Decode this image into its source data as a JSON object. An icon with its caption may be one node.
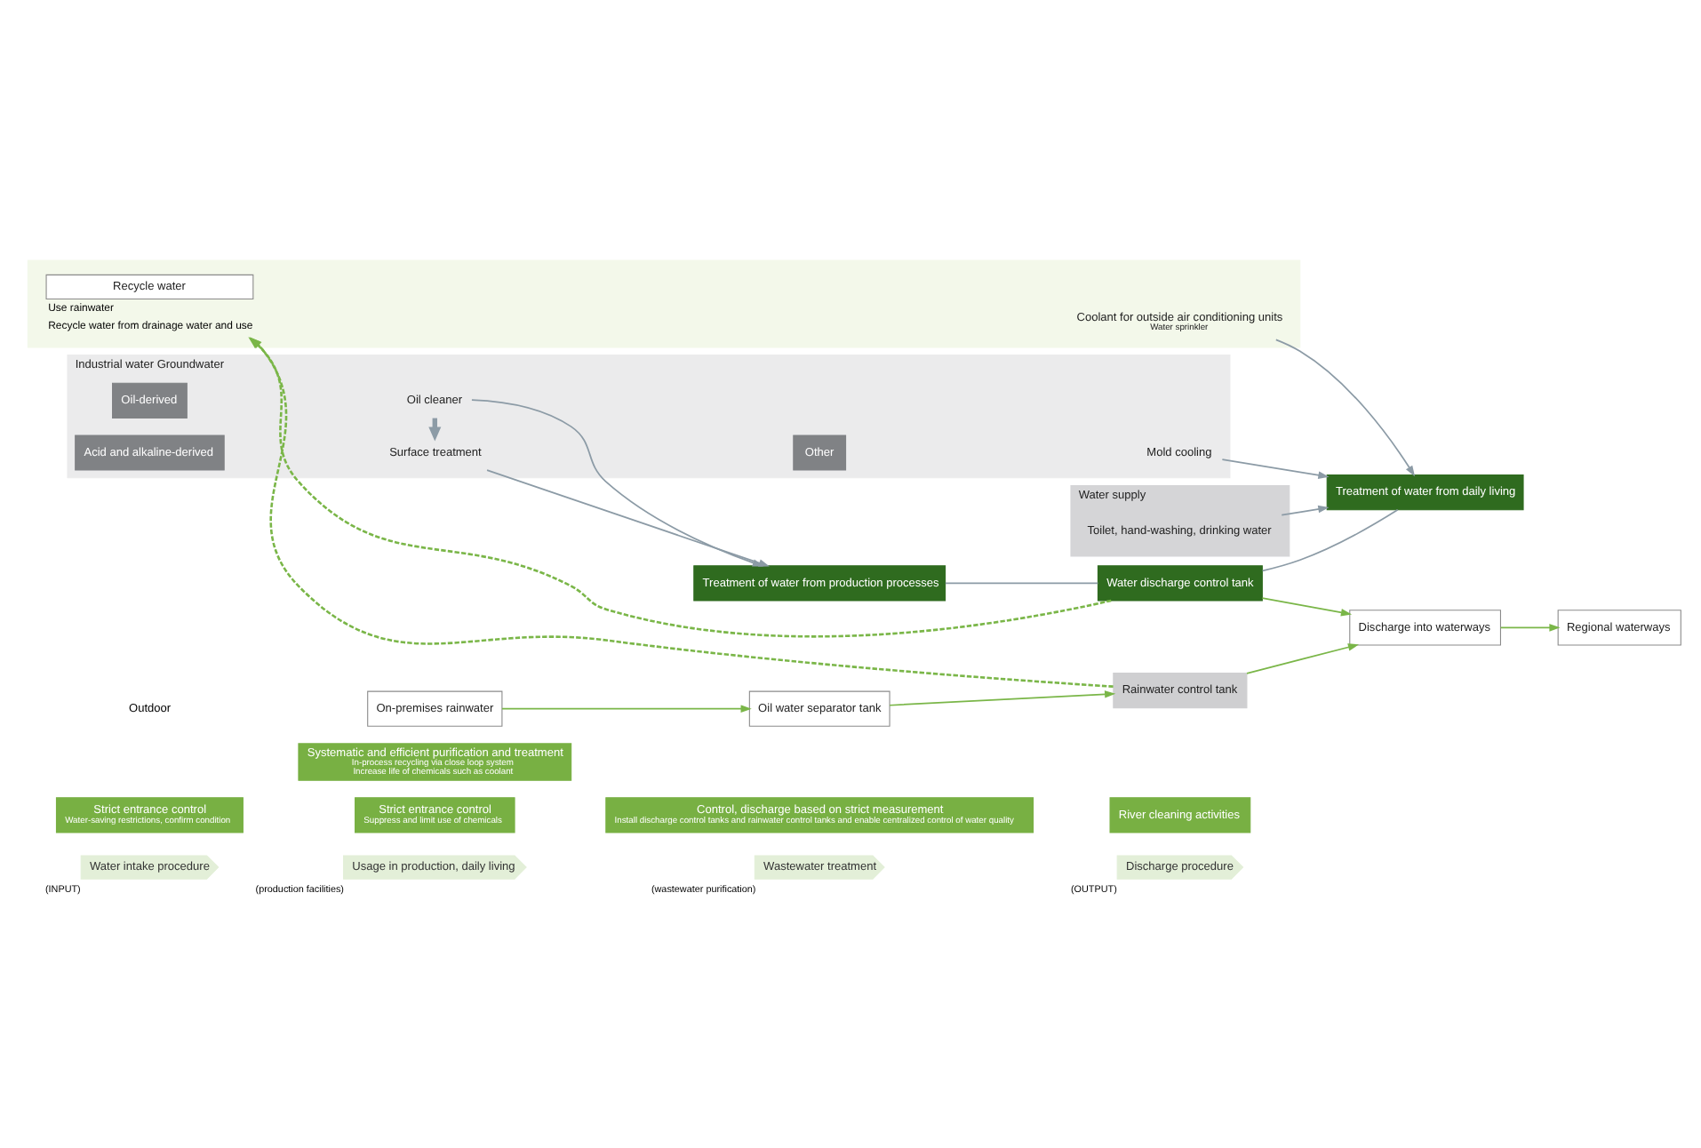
{
  "diagram": {
    "nodes": [
      {
        "text": [
          "Water intake procedure"
        ],
        "beside": [
          "(INPUT)"
        ]
      },
      {
        "text": [
          "Usage in production, daily living"
        ],
        "beside": [
          "(production facilities)"
        ]
      },
      {
        "text": [
          "Wastewater treatment"
        ],
        "beside": [
          "(wastewater purification)"
        ]
      },
      {
        "text": [
          "Discharge procedure"
        ],
        "beside": [
          "(OUTPUT)"
        ]
      },
      {
        "text": [
          "Strict entrance control",
          "Water-saving restrictions, confirm condition"
        ]
      },
      {
        "text": [
          "Strict entrance control",
          "Suppress and limit use of chemicals"
        ]
      },
      {
        "text": [
          "Systematic and efficient purification and treatment",
          "In-process recycling via close loop system",
          "Increase life of chemicals such as coolant"
        ]
      },
      {
        "text": [
          "Control, discharge based on strict measurement",
          "Install discharge control tanks and rainwater control tanks and enable centralized control of water quality"
        ]
      },
      {
        "text": [
          "River cleaning activities"
        ]
      },
      {
        "text": [
          "Industrial water Groundwater"
        ]
      },
      {
        "text": [
          "Oil-derived"
        ],
        "in": 9
      },
      {
        "text": [
          "Oil cleaner"
        ],
        "in": 9
      },
      {
        "text": [
          "Acid and alkaline-derived"
        ],
        "in": 9
      },
      {
        "text": [
          "Surface treatment"
        ],
        "in": 9
      },
      {
        "text": [
          "Other"
        ],
        "in": 9
      },
      {
        "text": [
          "Mold cooling"
        ],
        "in": 9
      },
      {
        "text": [],
        "shape": "box"
      },
      {
        "text": [
          "Recycle water"
        ],
        "in": 16,
        "beside": [
          "Use rainwater",
          "Recycle water from drainage water and use"
        ]
      },
      {
        "text": [
          "Coolant for outside air conditioning units",
          "Water sprinkler"
        ],
        "in": 16
      },
      {
        "text": [
          "Water supply"
        ]
      },
      {
        "text": [
          "Toilet, hand-washing, drinking water"
        ],
        "in": 19
      },
      {
        "text": [
          "Treatment of water from production processes"
        ]
      },
      {
        "text": [
          "Water discharge control tank"
        ]
      },
      {
        "text": [
          "Treatment of water from daily living"
        ]
      },
      {
        "text": [
          "Discharge into waterways"
        ]
      },
      {
        "text": [
          "Regional waterways"
        ]
      },
      {
        "text": [
          "On-premises rainwater"
        ]
      },
      {
        "text": [
          "Oil water separator tank"
        ]
      },
      {
        "text": [
          "Rainwater control tank"
        ]
      }
    ],
    "edges": [
      {
        "from": 11,
        "to": 13,
        "arrow": "to",
        "style": "thick"
      },
      {
        "from": 11,
        "to": 21,
        "arrow": "to"
      },
      {
        "from": 13,
        "to": 21,
        "arrow": "to"
      },
      {
        "from": 15,
        "to": 23,
        "arrow": "to"
      },
      {
        "from": 18,
        "to": 23,
        "arrow": "to"
      },
      {
        "from": 20,
        "to": 23,
        "arrow": "to"
      },
      {
        "from": 21,
        "to": 22,
        "arrow": "none"
      },
      {
        "from": 22,
        "to": 23,
        "arrow": "none"
      },
      {
        "from": 22,
        "to": 24,
        "arrow": "to",
        "color": "#7ab648"
      },
      {
        "from": 24,
        "to": 25,
        "arrow": "to",
        "color": "#7ab648"
      },
      {
        "from": 26,
        "to": 27,
        "arrow": "to",
        "color": "#7ab648"
      },
      {
        "from": 27,
        "to": 28,
        "arrow": "to",
        "color": "#7ab648"
      },
      {
        "from": 28,
        "to": 24,
        "arrow": "to",
        "color": "#7ab648"
      },
      {
        "from": 22,
        "to": 17,
        "arrow": "to",
        "style": "dashed",
        "color": "#7ab648"
      },
      {
        "from": 28,
        "to": 17,
        "arrow": "to",
        "style": "dashed",
        "color": "#7ab648"
      }
    ],
    "labels": [
      "Outdoor"
    ]
  }
}
